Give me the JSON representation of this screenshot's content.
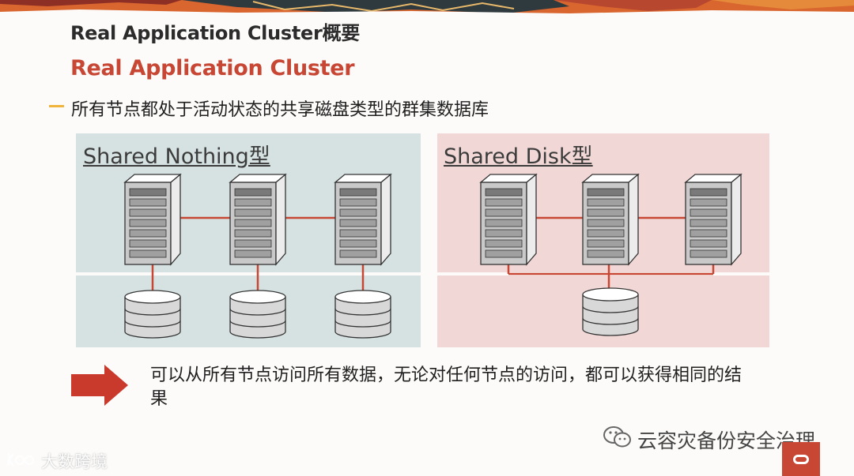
{
  "header": {
    "title": "Real Application Cluster概要",
    "subtitle": "Real Application Cluster"
  },
  "bullet": {
    "text": "所有节点都处于活动状态的共享磁盘类型的群集数据库"
  },
  "panels": [
    {
      "label": "Shared Nothing型",
      "servers": 3,
      "disks": 3,
      "background": "#d6e1e1"
    },
    {
      "label": "Shared Disk型",
      "servers": 3,
      "disks": 1,
      "background": "#f1d8d6"
    }
  ],
  "conclusion": {
    "text": "可以从所有节点访问所有数据，无论对任何节点的访问，都可以获得相同的结果"
  },
  "footer": {
    "wechat_name": "云容灾备份安全治理",
    "watermark": "大数跨境"
  },
  "colors": {
    "accent": "#c74634",
    "link_line": "#c74634",
    "bullet_dash": "#f0b43c",
    "arrow": "#c93a2d"
  }
}
